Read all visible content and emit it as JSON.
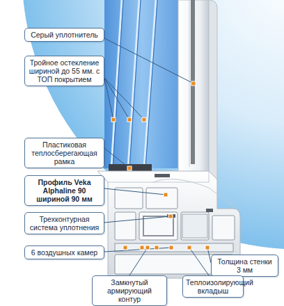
{
  "diagram": {
    "nodes": [
      {
        "text": [
          "Серый уплотнитель"
        ]
      },
      {
        "text": [
          "Тройное остекление шириной до 55 мм. с ТОП покрытием"
        ]
      },
      {
        "text": [
          "Пластиковая теплосберегающая рамка"
        ]
      },
      {
        "text": [
          "Профиль Veka Alphaline 90 шириной 90 мм"
        ]
      },
      {
        "text": [
          "Трехконтурная система уплотнения"
        ]
      },
      {
        "text": [
          "6 воздушных камер"
        ]
      },
      {
        "text": [
          "Толщина стенки 3 мм"
        ]
      },
      {
        "text": [
          "Замкнутый армирующий контур"
        ]
      },
      {
        "text": [
          "Теплоизолирующий вкладыш"
        ]
      }
    ]
  }
}
